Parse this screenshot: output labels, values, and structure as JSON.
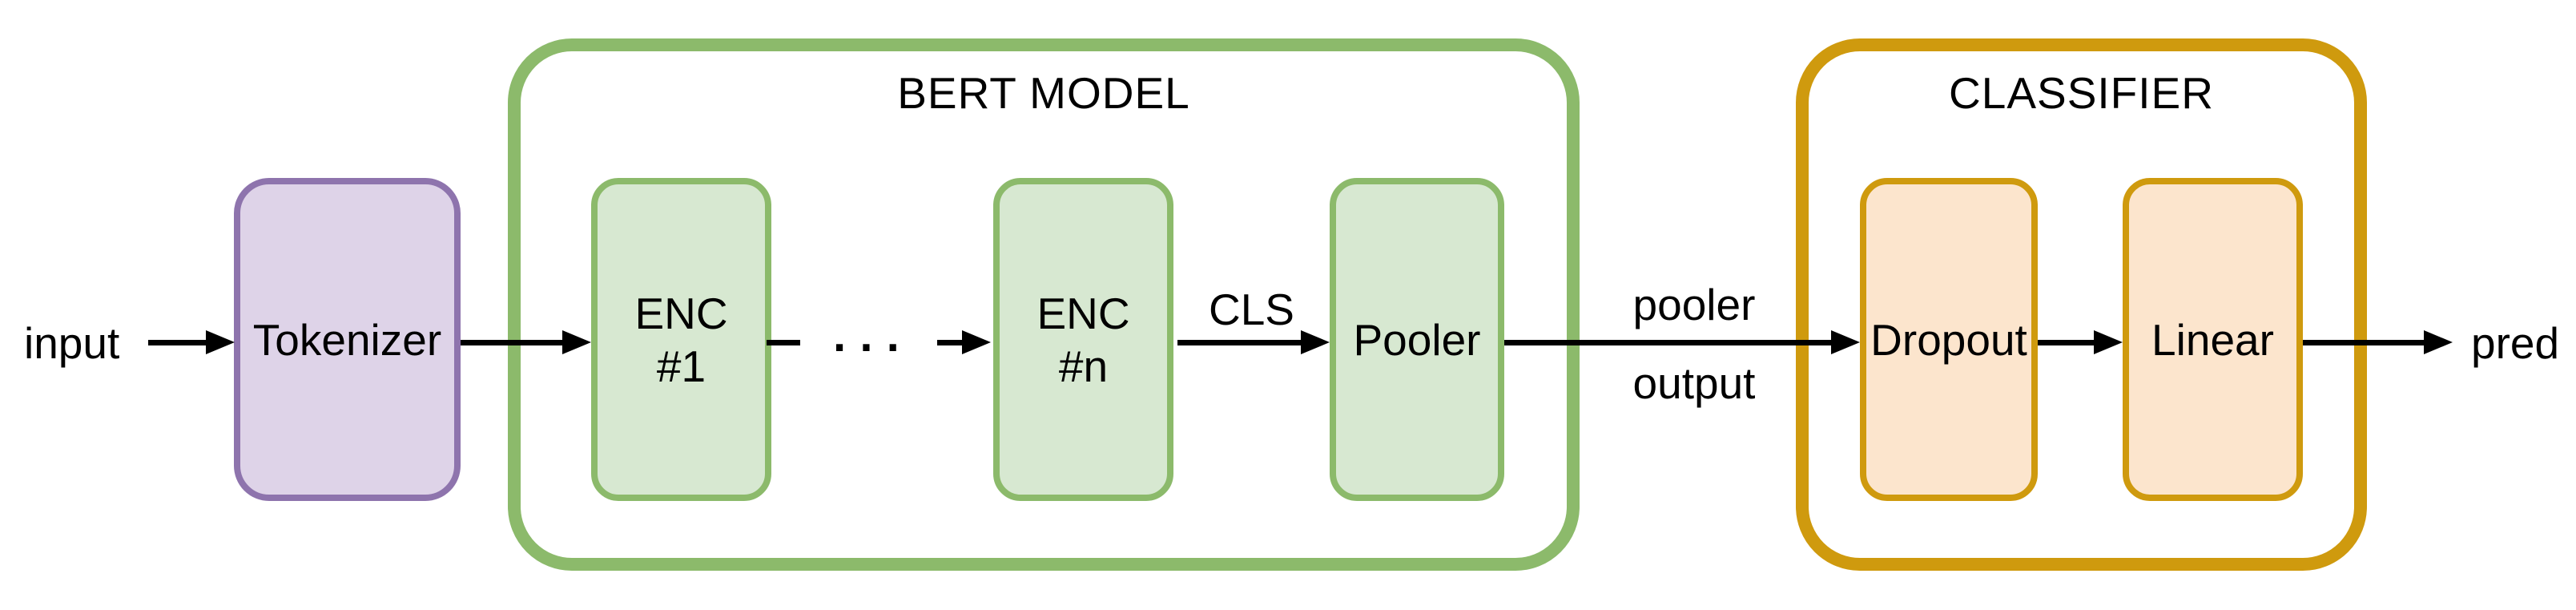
{
  "diagram": {
    "type": "flow-diagram",
    "io_labels": {
      "input": "input",
      "pred": "pred"
    },
    "edge_labels": {
      "cls": "CLS",
      "pooler_output": [
        "pooler",
        "output"
      ],
      "ellipsis": "···"
    },
    "containers": {
      "bert": {
        "title": "BERT MODEL"
      },
      "classifier": {
        "title": "CLASSIFIER"
      }
    },
    "nodes": {
      "tokenizer": {
        "label": "Tokenizer"
      },
      "enc1": {
        "line1": "ENC",
        "line2": "#1"
      },
      "encn": {
        "line1": "ENC",
        "line2": "#n"
      },
      "pooler": {
        "label": "Pooler"
      },
      "dropout": {
        "label": "Dropout"
      },
      "linear": {
        "label": "Linear"
      }
    },
    "colors": {
      "background": "#ffffff",
      "text": "#000000",
      "arrow": "#000000",
      "tokenizer_fill": "#ded3e8",
      "tokenizer_border": "#8e74ad",
      "bert_fill": "#d7e8d1",
      "bert_border": "#8cba6b",
      "classifier_fill": "#fce5cd",
      "classifier_border": "#cf9a0e"
    }
  }
}
